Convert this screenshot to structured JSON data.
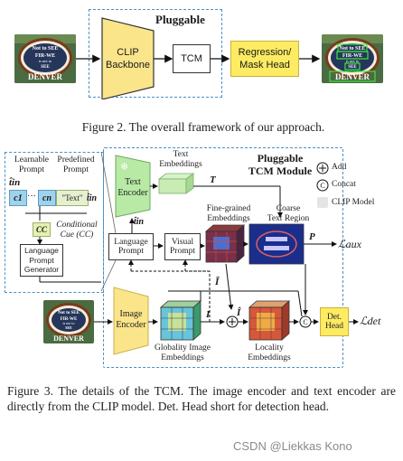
{
  "figure2": {
    "pluggable_label": "Pluggable",
    "clip_backbone_label": "CLIP\nBackbone",
    "tcm_label": "TCM",
    "head_label": "Regression/\nMask Head",
    "sign_text": {
      "line1": "Not to SEE",
      "line2": "FIR-WE",
      "line3": "is not to",
      "line4": "SEE",
      "line5": "DENVER"
    },
    "caption": "Figure 2. The overall framework of our approach."
  },
  "figure3": {
    "text_encoder_label": "Text\nEncoder",
    "text_embeddings_label": "Text\nEmbeddings",
    "T_label": "T",
    "pluggable_tcm_label": "Pluggable\nTCM Module",
    "learnable_prompt_label": "Learnable\nPrompt",
    "predefined_prompt_label": "Predefined\nPrompt",
    "t_in_label": "t̂in",
    "t_in_hat_label": "t̂in",
    "c1_label": "c1",
    "dots_label": "···",
    "cn_label": "cn",
    "text_token_label": "\"Text\"",
    "cc_label": "CC",
    "conditional_cue_label": "Conditional\nCue (CC)",
    "lpg_label": "Language\nPrompt\nGenerator",
    "language_prompt_label": "Language\nPrompt",
    "visual_prompt_label": "Visual\nPrompt",
    "fine_grained_label": "Fine-grained\nEmbeddings",
    "coarse_text_region_label": "Coarse\nText Region",
    "P_label": "P",
    "L_aux_label": "ℒaux",
    "I_tilde_label": "Ĩ",
    "I_label": "I",
    "I_hat_label": "Î",
    "image_encoder_label": "Image\nEncoder",
    "globality_label": "Globality Image\nEmbeddings",
    "locality_label": "Locality\nEmbeddings",
    "det_head_label": "Det.\nHead",
    "L_det_label": "ℒdet",
    "legend": {
      "add_label": "Add",
      "concat_label": "Concat",
      "clip_model_label": "CLIP Model"
    },
    "caption": "Figure 3.  The details of the TCM. The image encoder and text encoder are directly from the CLIP model. Det. Head short for detection head."
  },
  "watermark": "CSDN @Liekkas Kono",
  "colors": {
    "clip_yellow": "#fbe58a",
    "head_yellow": "#fdeb62",
    "text_encoder_green": "#b8eaa6",
    "dashed_blue": "#4a90c8",
    "light_gray_legend": "#e4e4e4"
  }
}
